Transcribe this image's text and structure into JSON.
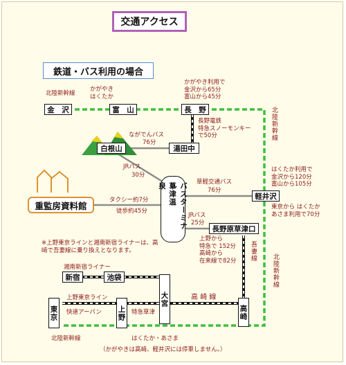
{
  "title": "交通アクセス",
  "section": "鉄道・バス利用の場合",
  "stations": {
    "kanazawa": "金　沢",
    "toyama": "富　山",
    "nagano": "長　野",
    "shironeyama": "白根山",
    "yudanaka": "湯田中",
    "karuizawa": "軽井沢",
    "naganohara": "長野原草津口",
    "shinjuku": "新宿",
    "ikebukuro": "池袋",
    "omiya": "大宮",
    "takasaki": "高崎",
    "tokyo": "東京",
    "ueno": "上野"
  },
  "terminal": {
    "left": "草津温泉",
    "right": "バスターミナル"
  },
  "museum": "重監房資料館",
  "labels": {
    "hokuriku_top": "北陸新幹線",
    "kagayaki": "かがやき\nはくたか",
    "kagayaki_use": "かがやき利用で\n金沢から65分\n富山から45分",
    "nagano_dentetsu": "長野電鉄\n特急スノーモンキー\nで50分",
    "nagaden_bus_name": "ながでんバス",
    "nagaden_bus_time": "76分",
    "jr_bus_name": "JRバス",
    "jr_bus_time": "30分",
    "kusakaru_name": "草軽交通バス",
    "kusakaru_time": "76分",
    "taxi": "タクシー約7分",
    "walk": "徒歩約45分",
    "jr_bus2_name": "JRバス",
    "jr_bus2_time": "25分",
    "hakutaka_use": "はくたか利用で\n金沢から120分\n富山から105分",
    "tokyo_from": "東京から はくたか\nあさま利用で70分",
    "from_ueno": "上野から\n特急で 152分\n高崎から\n在来線で82分",
    "agatsuma": "吾妻線",
    "hokuriku_right_top": "北陸新幹線",
    "hokuriku_right_bottom": "北陸新幹線",
    "shonan": "湘南新宿ライナー",
    "ueno_tokyo_line": "上野東京ライン",
    "rapid_urban": "快速アーバン",
    "kusatsu_express": "特急草津",
    "takasaki_line": "高 崎 線",
    "hokuriku_bottom": "北陸新幹線",
    "hakutaka_asama": "はくたか・あさま",
    "bottom_note": "（かがやきは高崎、軽井沢には停車しません。）"
  },
  "note": "※上野東京ラインと湘南新宿ライナーは、高崎で吾妻線に乗り換えとなります。",
  "colors": {
    "shinkansen": "#3fbf3f",
    "rail": "#111111",
    "bus": "#8c8c8c",
    "label": "#8b1a1a",
    "museum": "#e09030",
    "title_border": "#b060b8",
    "section_border": "#5a8ad2"
  }
}
